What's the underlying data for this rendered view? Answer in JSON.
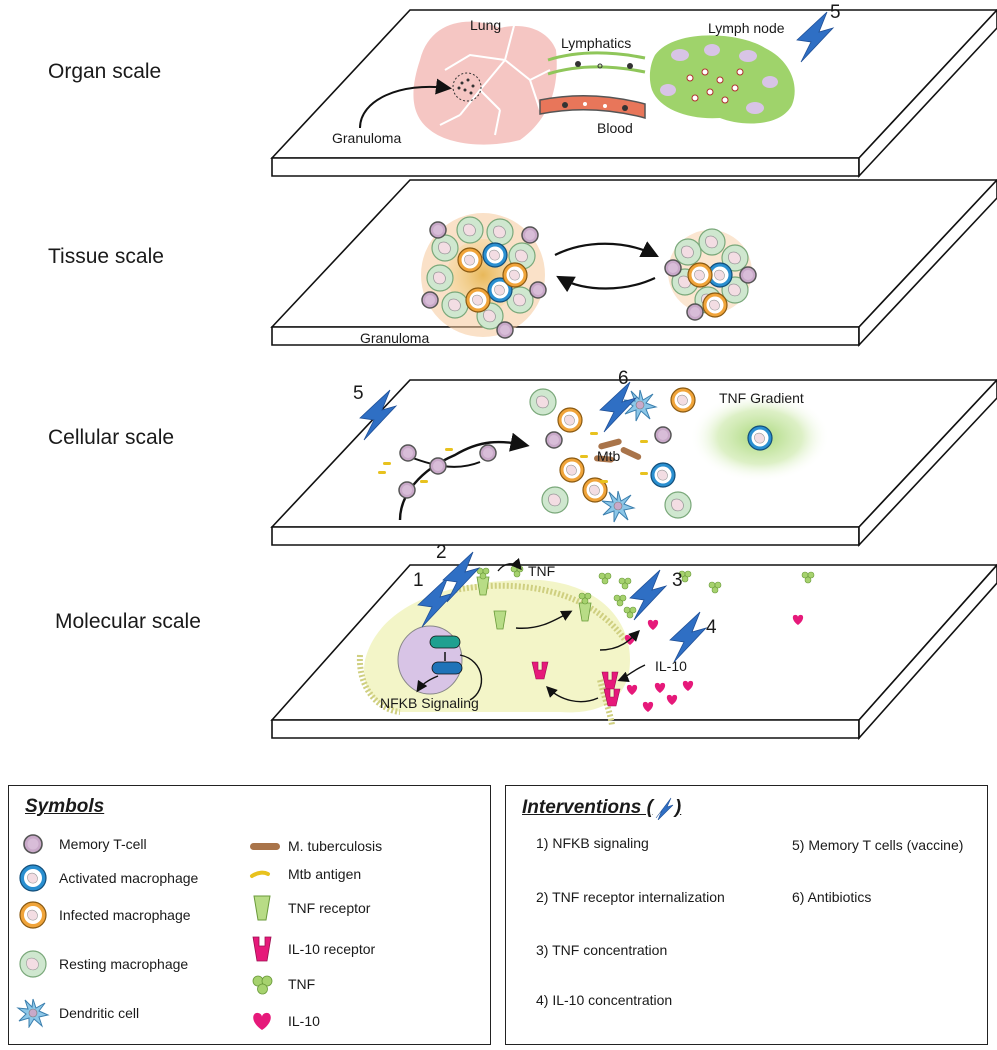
{
  "scales": {
    "organ": "Organ scale",
    "tissue": "Tissue scale",
    "cellular": "Cellular scale",
    "molecular": "Molecular scale"
  },
  "organ_labels": {
    "lung": "Lung",
    "lymphatics": "Lymphatics",
    "lymph_node": "Lymph node",
    "granuloma": "Granuloma",
    "blood": "Blood",
    "intervention_number": "5"
  },
  "tissue_labels": {
    "granuloma": "Granuloma"
  },
  "cellular_labels": {
    "intervention_left": "5",
    "intervention_center": "6",
    "mtb": "Mtb",
    "tnf_gradient": "TNF Gradient"
  },
  "molecular_labels": {
    "n1": "1",
    "n2": "2",
    "n3": "3",
    "n4": "4",
    "tnf": "TNF",
    "il10": "IL-10",
    "nfkb": "NFKB Signaling"
  },
  "symbols": {
    "title": "Symbols",
    "items": [
      {
        "label": "Memory T-cell",
        "icon": "memory-t-cell"
      },
      {
        "label": "Activated macrophage",
        "icon": "activated-macrophage"
      },
      {
        "label": "Infected macrophage",
        "icon": "infected-macrophage"
      },
      {
        "label": "Resting macrophage",
        "icon": "resting-macrophage"
      },
      {
        "label": "Dendritic cell",
        "icon": "dendritic-cell"
      },
      {
        "label": "M. tuberculosis",
        "icon": "mtb"
      },
      {
        "label": "Mtb antigen",
        "icon": "mtb-antigen"
      },
      {
        "label": "TNF receptor",
        "icon": "tnf-receptor"
      },
      {
        "label": "IL-10 receptor",
        "icon": "il10-receptor"
      },
      {
        "label": "TNF",
        "icon": "tnf"
      },
      {
        "label": "IL-10",
        "icon": "il10"
      }
    ]
  },
  "interventions": {
    "title_prefix": "Interventions (",
    "title_suffix": ")",
    "items": [
      "1) NFKB signaling",
      "2) TNF receptor internalization",
      "3) TNF concentration",
      "4) IL-10 concentration",
      "5) Memory T cells (vaccine)",
      "6) Antibiotics"
    ]
  },
  "colors": {
    "lung": "#f5c6c3",
    "lymph_node": "#9fd36b",
    "lymphatics": "#8fc65a",
    "blood": "#e8765a",
    "lightning": "#2f6fc4",
    "memory_t_cell": "#c9a9c9",
    "activated_macrophage": "#2a8fd0",
    "infected_macrophage": "#f0a43a",
    "resting_macrophage": "#cfe7cf",
    "dendritic_cell": "#8cc7e8",
    "mtb": "#a9744a",
    "mtb_antigen": "#e8c21e",
    "tnf": "#a6d26e",
    "il10": "#e6197a",
    "cytoplasm": "#f3f5c8"
  }
}
